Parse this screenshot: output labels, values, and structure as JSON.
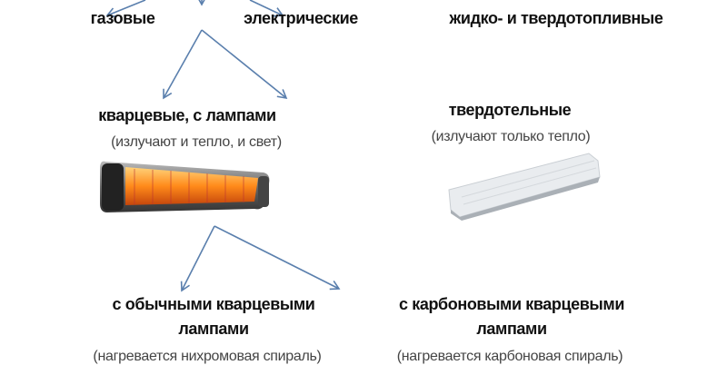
{
  "top_level": {
    "gas": "газовые",
    "electric": "электрические",
    "fuel": "жидко- и твердотопливные"
  },
  "electric_types": {
    "quartz": {
      "title": "кварцевые, с лампами",
      "note": "(излучают и тепло, и свет)"
    },
    "solid": {
      "title": "твердотельные",
      "note": "(излучают только тепло)"
    }
  },
  "quartz_types": {
    "ordinary": {
      "title_line1": "с обычными кварцевыми",
      "title_line2": "лампами",
      "note": "(нагревается нихромовая спираль)"
    },
    "carbon": {
      "title_line1": "с карбоновыми кварцевыми",
      "title_line2": "лампами",
      "note": "(нагревается карбоновая спираль)"
    }
  },
  "colors": {
    "arrow": "#5a7fad",
    "glow": "#ff8a1a"
  }
}
